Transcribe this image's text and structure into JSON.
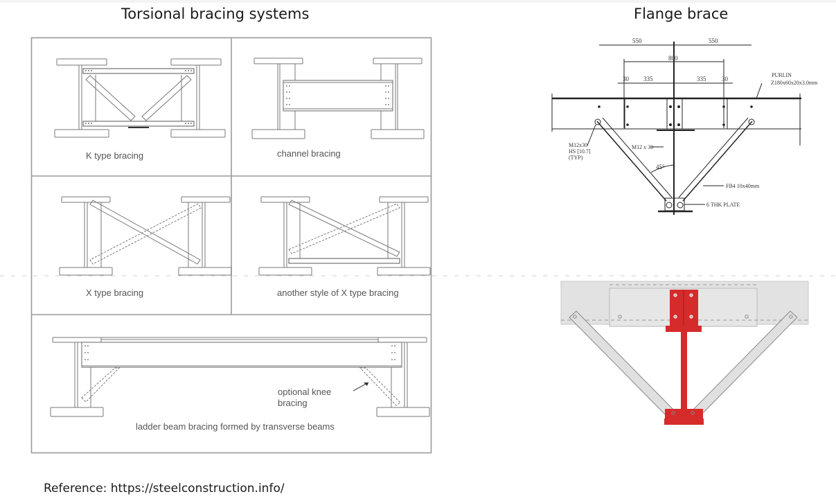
{
  "titles": {
    "left": "Torsional bracing systems",
    "right": "Flange brace"
  },
  "panels": [
    {
      "id": "k-type",
      "label": "K type bracing"
    },
    {
      "id": "channel",
      "label": "channel bracing"
    },
    {
      "id": "x-type",
      "label": "X type bracing"
    },
    {
      "id": "x-type-alt",
      "label": "another style of X type bracing"
    },
    {
      "id": "ladder",
      "label": "ladder beam bracing formed by transverse beams",
      "annotation_line1": "optional knee",
      "annotation_line2": "bracing"
    }
  ],
  "flange_brace_drawing": {
    "dims": {
      "top_left": "550",
      "top_right": "550",
      "middle": "800",
      "edge_left": "30",
      "inner_left": "335",
      "inner_right": "335",
      "edge_right": "30"
    },
    "notes": {
      "purlin_label": "PURLIN",
      "purlin_size": "Z180x60x20x3.0mm",
      "bolt_left_1": "M12x30",
      "bolt_left_2": "HS [10.7]",
      "bolt_left_3": "(TYP)",
      "bolt_center": "M12 x 30",
      "angle": "45°",
      "brace_size": "FB4 10x40mm",
      "plate": "6 THK PLATE"
    }
  },
  "flange_brace_colors": {
    "rafter": "#d62b2b",
    "purlin": "#e2e2e2"
  },
  "reference": "Reference: https://steelconstruction.info/"
}
